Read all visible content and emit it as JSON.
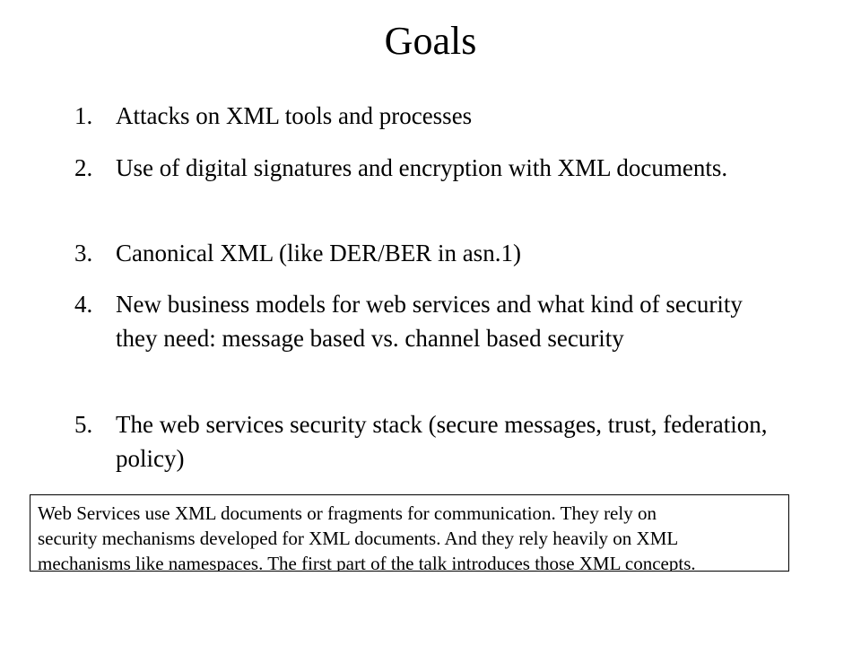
{
  "slide": {
    "title": "Goals",
    "goals": [
      {
        "number": "1.",
        "text": "Attacks on XML tools and processes"
      },
      {
        "number": "2.",
        "text": " Use of digital signatures and encryption with XML documents."
      },
      {
        "number": "3.",
        "text": " Canonical XML (like DER/BER in asn.1)"
      },
      {
        "number": "4.",
        "text": " New business models for web services and what kind of security they need: message based vs. channel based security"
      },
      {
        "number": "5.",
        "text": " The web services security stack (secure messages, trust, federation, policy)"
      }
    ],
    "note_lines": [
      "Web Services use XML documents or fragments for communication. They rely on",
      "security mechanisms developed for XML documents. And they rely heavily on XML",
      "mechanisms like namespaces. The first part of the talk introduces those XML concepts."
    ]
  }
}
